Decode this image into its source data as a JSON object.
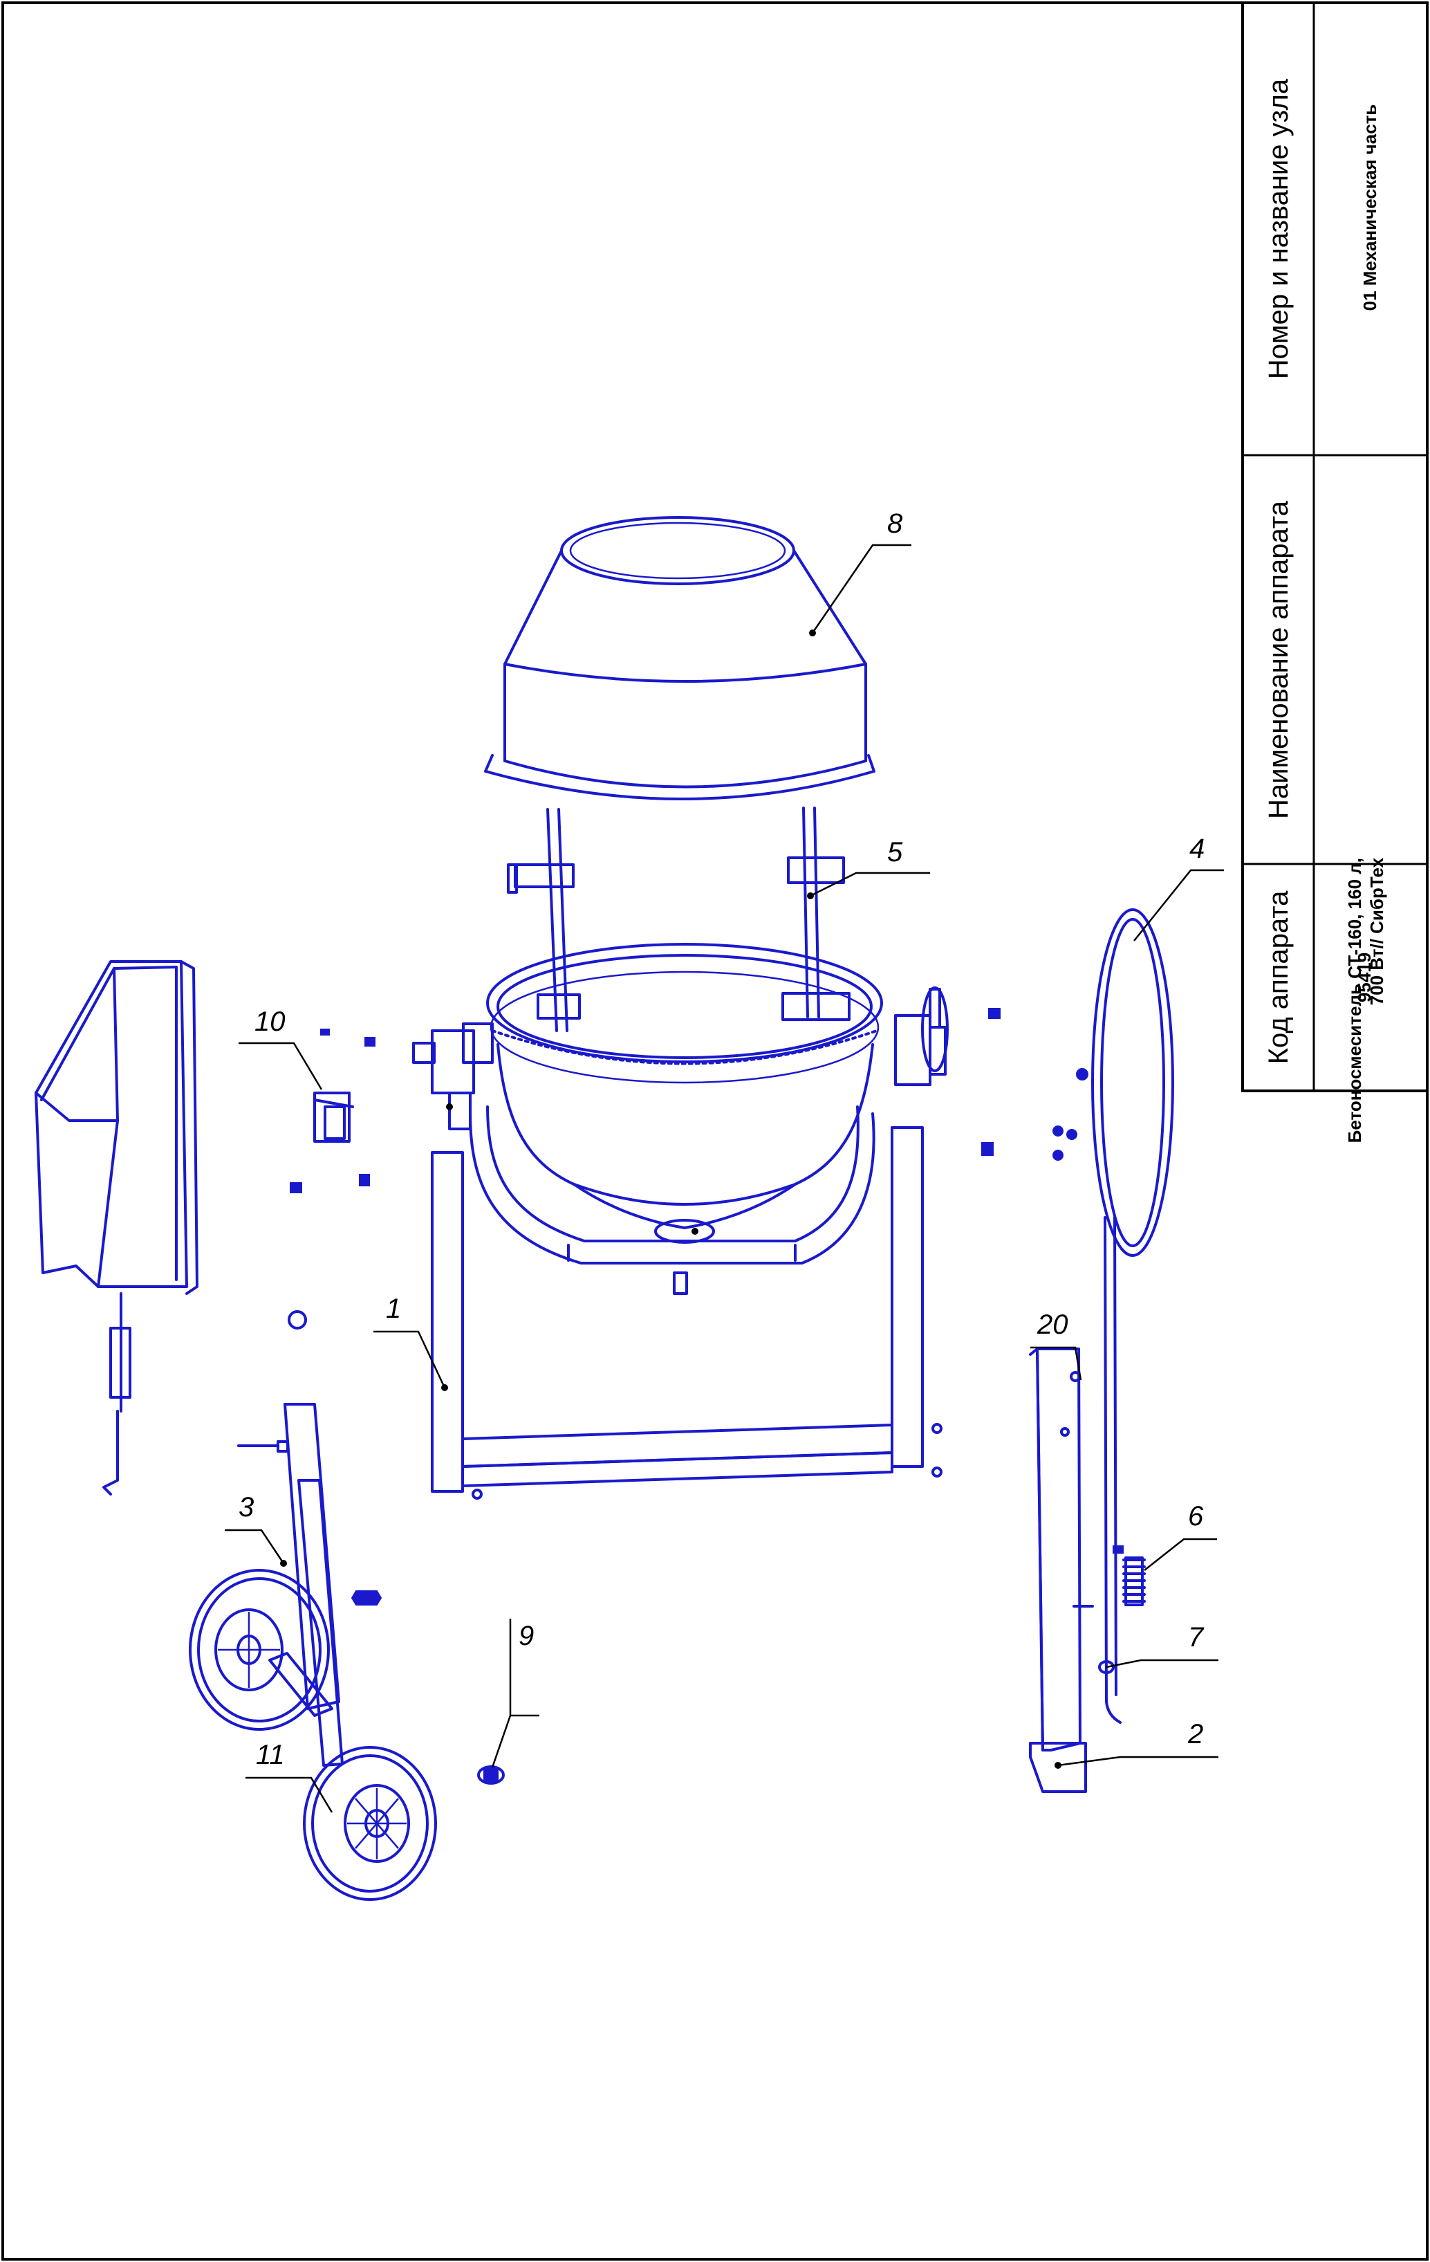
{
  "title_block": {
    "col1_header": "Номер и название узла",
    "col1_value": "01 Механическая часть",
    "col2_header": "Наименование аппарата",
    "col2_value_line1": "Бетоносмеситель СТ-160, 160 л,",
    "col2_value_line2": "700 Вт// СибрТех",
    "col3_header": "Код аппарата",
    "col3_value": "95419"
  },
  "callouts": {
    "c1": "1",
    "c2": "2",
    "c3": "3",
    "c4": "4",
    "c5": "5",
    "c6": "6",
    "c7": "7",
    "c8": "8",
    "c9": "9",
    "c10": "10",
    "c11": "11",
    "c20": "20"
  },
  "colors": {
    "line_art": "#1a1acc",
    "frame": "#000000"
  }
}
